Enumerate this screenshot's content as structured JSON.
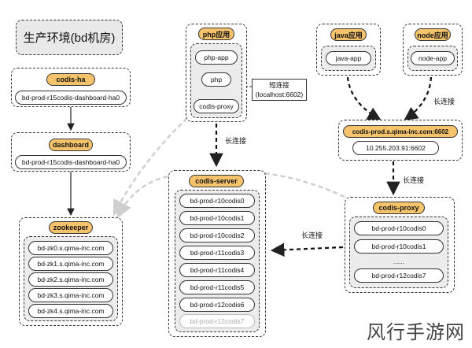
{
  "title": "生产环境(bd机房)",
  "codis_ha": {
    "tag": "codis-ha",
    "host": "bd-prod-r15codis-dashboard-ha0"
  },
  "dashboard": {
    "tag": "dashboard",
    "host": "bd-prod-r15codis-dashboard-ha0"
  },
  "zookeeper": {
    "tag": "zookeeper",
    "hosts": [
      "bd-zk0.s.qima-inc.com",
      "bd-zk1.s.qima-inc.com",
      "bd-zk2.s.qima-inc.com",
      "bd-zk3.s.qima-inc.com",
      "bd-zk4.s.qima-inc.com"
    ]
  },
  "php": {
    "tag": "php应用",
    "items": [
      "php-app",
      "php",
      "codis-proxy"
    ]
  },
  "short_conn": {
    "line1": "短连接",
    "line2": "(localhost:6602)"
  },
  "java": {
    "tag": "java应用",
    "app": "java-app"
  },
  "node": {
    "tag": "node应用",
    "app": "node-app"
  },
  "lb": {
    "tag": "codis-prod.s.qima-inc.com:6602",
    "ip": "10.255.203.91:6602"
  },
  "codis_server": {
    "tag": "codis-server",
    "hosts": [
      "bd-prod-r10codis0",
      "bd-prod-r10codis1",
      "bd-prod-r10codis2",
      "bd-prod-r11codis3",
      "bd-prod-r11codis4",
      "bd-prod-r11codis5",
      "bd-prod-r12codis6",
      "bd-prod-r12codis7"
    ]
  },
  "codis_proxy": {
    "tag": "codis-proxy",
    "hosts": [
      "bd-prod-r10codis0",
      "bd-prod-r10codis1",
      "......",
      "bd-prod-r12codis7"
    ]
  },
  "labels": {
    "long_conn_php": "长连接",
    "long_conn_apps": "长连接",
    "long_conn_lb": "长连接",
    "long_conn_proxy": "长连接"
  },
  "watermark": "风行手游网"
}
